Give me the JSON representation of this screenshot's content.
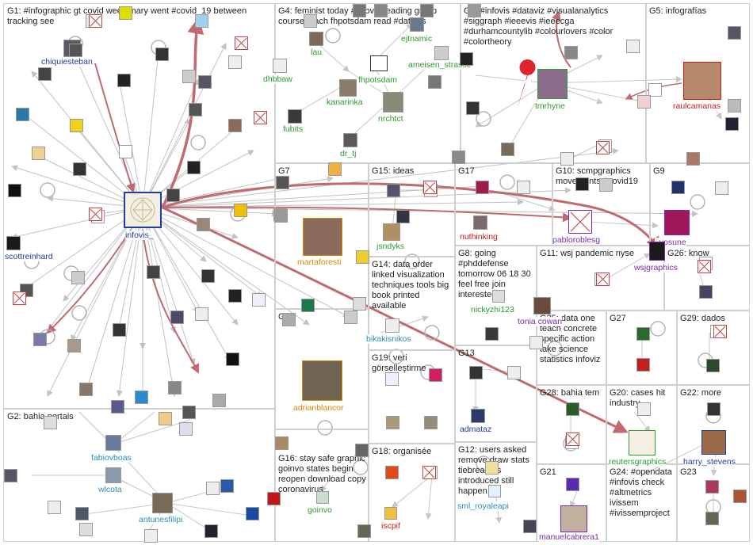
{
  "colors": {
    "edge_gray": "#b3b3b3",
    "edge_red": "#c06a70",
    "group_border": "#cfcfcf",
    "label_blue": "#1f3f99",
    "label_green": "#2e9a2e",
    "label_red": "#c81a1a",
    "label_orange": "#d98a00",
    "label_purple": "#7a2aa8",
    "label_teal": "#2a8fb5"
  },
  "groups": [
    {
      "id": "g1",
      "label": "G1: #infographic gt covid week mary went #covid_19 between tracking see"
    },
    {
      "id": "g4",
      "label": "G4: feminist today #infovis reading group course teach fhpotsdam read #datavis"
    },
    {
      "id": "g3",
      "label": "G3: #infovis #dataviz #visualanalytics #siggraph #ieeevis #ieeecga #durhamcountylib #colourlovers #color #colortheory"
    },
    {
      "id": "g5",
      "label": "G5: infografías"
    },
    {
      "id": "g7",
      "label": "G7"
    },
    {
      "id": "g15",
      "label": "G15: ideas"
    },
    {
      "id": "g17",
      "label": "G17"
    },
    {
      "id": "g10",
      "label": "G10: scmpgraphics movements #covid19"
    },
    {
      "id": "g9",
      "label": "G9"
    },
    {
      "id": "g14",
      "label": "G14: data order linked visualization techniques tools big book printed available"
    },
    {
      "id": "g8",
      "label": "G8: going #phddefense tomorrow 06 18 30 feel free join interested"
    },
    {
      "id": "g11",
      "label": "G11: wsj pandemic nyse"
    },
    {
      "id": "g26",
      "label": "G26: know"
    },
    {
      "id": "g6",
      "label": "G6"
    },
    {
      "id": "g25",
      "label": "G25: data one teach concrete specific action take science statistics infoviz"
    },
    {
      "id": "g27",
      "label": "G27"
    },
    {
      "id": "g29",
      "label": "G29: dados"
    },
    {
      "id": "g19",
      "label": "G19: veri görselleştirme"
    },
    {
      "id": "g13",
      "label": "G13"
    },
    {
      "id": "g28",
      "label": "G28: bahia tem"
    },
    {
      "id": "g20",
      "label": "G20: cases hit industry"
    },
    {
      "id": "g22",
      "label": "G22: more"
    },
    {
      "id": "g2",
      "label": "G2: bahia portais"
    },
    {
      "id": "g16",
      "label": "G16: stay safe graphic goinvo states begin reopen download copy coronavirus"
    },
    {
      "id": "g18",
      "label": "G18: organisée"
    },
    {
      "id": "g12",
      "label": "G12: users asked remove draw stats tiebreakers introduced still happen"
    },
    {
      "id": "g21",
      "label": "G21"
    },
    {
      "id": "g24",
      "label": "G24: #opendata #infovis check #altmetrics ivissem #ivissemproject"
    },
    {
      "id": "g23",
      "label": "G23"
    }
  ],
  "nodes": [
    {
      "id": "infovis",
      "label": "infovis_",
      "color": "#1f3f99"
    },
    {
      "id": "chiquiesteban",
      "label": "chiquiesteban",
      "color": "#1f3f99"
    },
    {
      "id": "scottreinhard",
      "label": "scottreinhard",
      "color": "#1f3f99"
    },
    {
      "id": "lau",
      "label": "lau",
      "color": "#2e9a2e"
    },
    {
      "id": "ejtnamic",
      "label": "ejtnamic",
      "color": "#2e9a2e"
    },
    {
      "id": "dhbbaw",
      "label": "dhbbaw",
      "color": "#2e9a2e"
    },
    {
      "id": "fhpotsdam",
      "label": "fhpotsdam",
      "color": "#2e9a2e"
    },
    {
      "id": "ameisen_strasse",
      "label": "ameisen_strasse",
      "color": "#2e9a2e"
    },
    {
      "id": "kanarinka",
      "label": "kanarinka",
      "color": "#2e9a2e"
    },
    {
      "id": "nrchtct",
      "label": "nrchtct",
      "color": "#2e9a2e"
    },
    {
      "id": "fubits",
      "label": "fubits",
      "color": "#2e9a2e"
    },
    {
      "id": "dr_tj",
      "label": "dr_tj",
      "color": "#2e9a2e"
    },
    {
      "id": "tmrhyne",
      "label": "tmrhyne",
      "color": "#2e9a2e"
    },
    {
      "id": "raulcamanas",
      "label": "raulcamanas",
      "color": "#c81a1a"
    },
    {
      "id": "martaforesti",
      "label": "martaforesti",
      "color": "#d98a00"
    },
    {
      "id": "jsndyks",
      "label": "jsndyks",
      "color": "#2e9a2e"
    },
    {
      "id": "nuthinking",
      "label": "nuthinking",
      "color": "#c81a1a"
    },
    {
      "id": "pabloroblesg",
      "label": "pabloroblesg",
      "color": "#7a2aa8"
    },
    {
      "id": "_yosune",
      "label": "_yosune",
      "color": "#7a2aa8"
    },
    {
      "id": "wsjgraphics",
      "label": "wsjgraphics",
      "color": "#7a2aa8"
    },
    {
      "id": "nickyzhi123",
      "label": "nickyzhi123",
      "color": "#2e9a2e"
    },
    {
      "id": "toniacowan",
      "label": "tonia cowan",
      "color": "#7a2aa8"
    },
    {
      "id": "bikakisnikos",
      "label": "bikakisnikos",
      "color": "#2a8fb5"
    },
    {
      "id": "adrianblancor",
      "label": "adrianblancor",
      "color": "#d98a00"
    },
    {
      "id": "admataz",
      "label": "admataz",
      "color": "#1f3f99"
    },
    {
      "id": "reutersgraphics",
      "label": "reutersgraphics",
      "color": "#2e9a2e"
    },
    {
      "id": "harry_stevens",
      "label": "harry_stevens",
      "color": "#1f3f99"
    },
    {
      "id": "fabiovboas",
      "label": "fabiovboas",
      "color": "#2a8fb5"
    },
    {
      "id": "wlcota",
      "label": "wlcota",
      "color": "#2a8fb5"
    },
    {
      "id": "antunesfilipi",
      "label": "antunesfilipi",
      "color": "#2a8fb5"
    },
    {
      "id": "goinvo",
      "label": "goinvo",
      "color": "#2e9a2e"
    },
    {
      "id": "iscpif",
      "label": "iscpif",
      "color": "#c81a1a"
    },
    {
      "id": "sml_royaleapi",
      "label": "sml_royaleapi",
      "color": "#2a8fb5"
    },
    {
      "id": "manuelcabrera1",
      "label": "manuelcabrera1",
      "color": "#7a2aa8"
    }
  ]
}
